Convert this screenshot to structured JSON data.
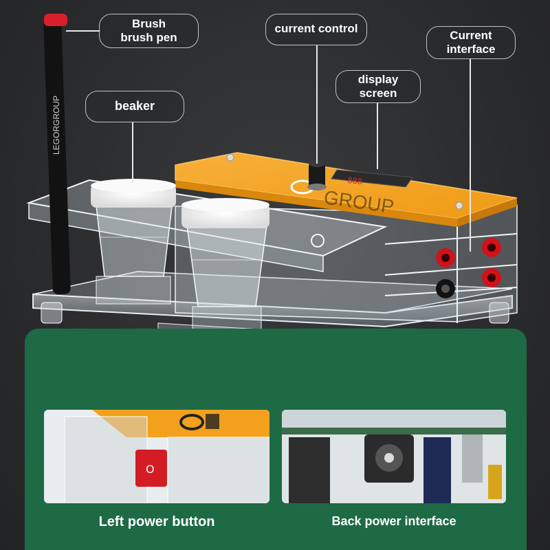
{
  "callouts": {
    "brush": {
      "line1": "Brush",
      "line2": "brush pen"
    },
    "beaker": {
      "label": "beaker"
    },
    "current_control": {
      "label": "current control"
    },
    "display_screen": {
      "line1": "display",
      "line2": "screen"
    },
    "current_interface": {
      "line1": "Current",
      "line2": "interface"
    }
  },
  "captions": {
    "left_power_button": "Left power button",
    "back_power_interface": "Back power interface"
  },
  "colors": {
    "orange_top": "#f5a623",
    "green_panel": "#1e6a45",
    "red_terminal": "#d0121b",
    "black_terminal": "#111111",
    "power_switch": "#d41c24"
  }
}
